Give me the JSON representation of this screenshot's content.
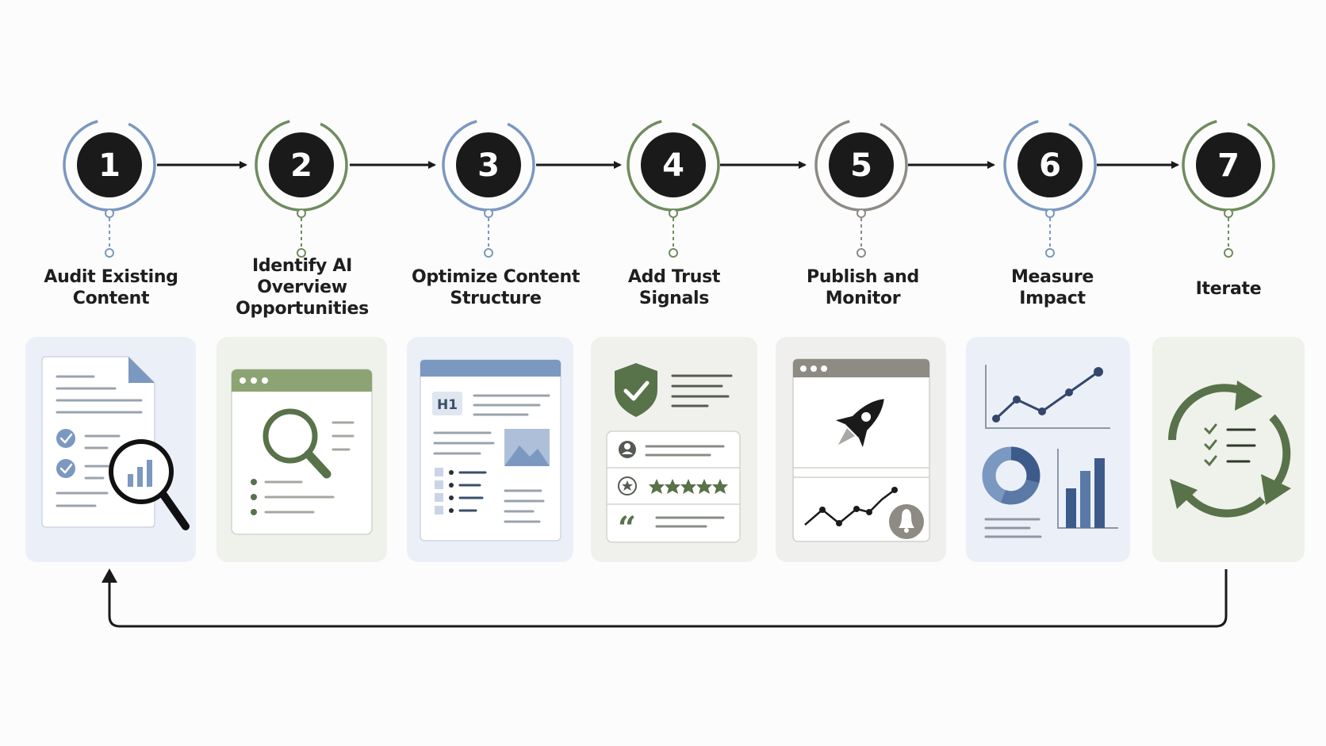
{
  "colors": {
    "blue": "#7b98c0",
    "green": "#6f8c5e",
    "gray": "#8e8a84",
    "dark": "#1a1a1a",
    "card_blue": "#ebf0f8",
    "card_green": "#eff1eb"
  },
  "steps": [
    {
      "number": "1",
      "title_lines": [
        "Audit Existing",
        "Content"
      ],
      "accent": "blue",
      "icon": "document-magnifier-icon"
    },
    {
      "number": "2",
      "title_lines": [
        "Identify AI",
        "Overview",
        "Opportunities"
      ],
      "accent": "green",
      "icon": "browser-search-icon"
    },
    {
      "number": "3",
      "title_lines": [
        "Optimize Content",
        "Structure"
      ],
      "accent": "blue",
      "icon": "page-structure-icon"
    },
    {
      "number": "4",
      "title_lines": [
        "Add Trust",
        "Signals"
      ],
      "accent": "green",
      "icon": "trust-signals-icon"
    },
    {
      "number": "5",
      "title_lines": [
        "Publish and",
        "Monitor"
      ],
      "accent": "gray",
      "icon": "rocket-launch-icon"
    },
    {
      "number": "6",
      "title_lines": [
        "Measure",
        "Impact"
      ],
      "accent": "blue",
      "icon": "analytics-charts-icon"
    },
    {
      "number": "7",
      "title_lines": [
        "Iterate"
      ],
      "accent": "green",
      "icon": "iterate-cycle-icon"
    }
  ],
  "icon_text": {
    "heading_tag": "H1"
  }
}
